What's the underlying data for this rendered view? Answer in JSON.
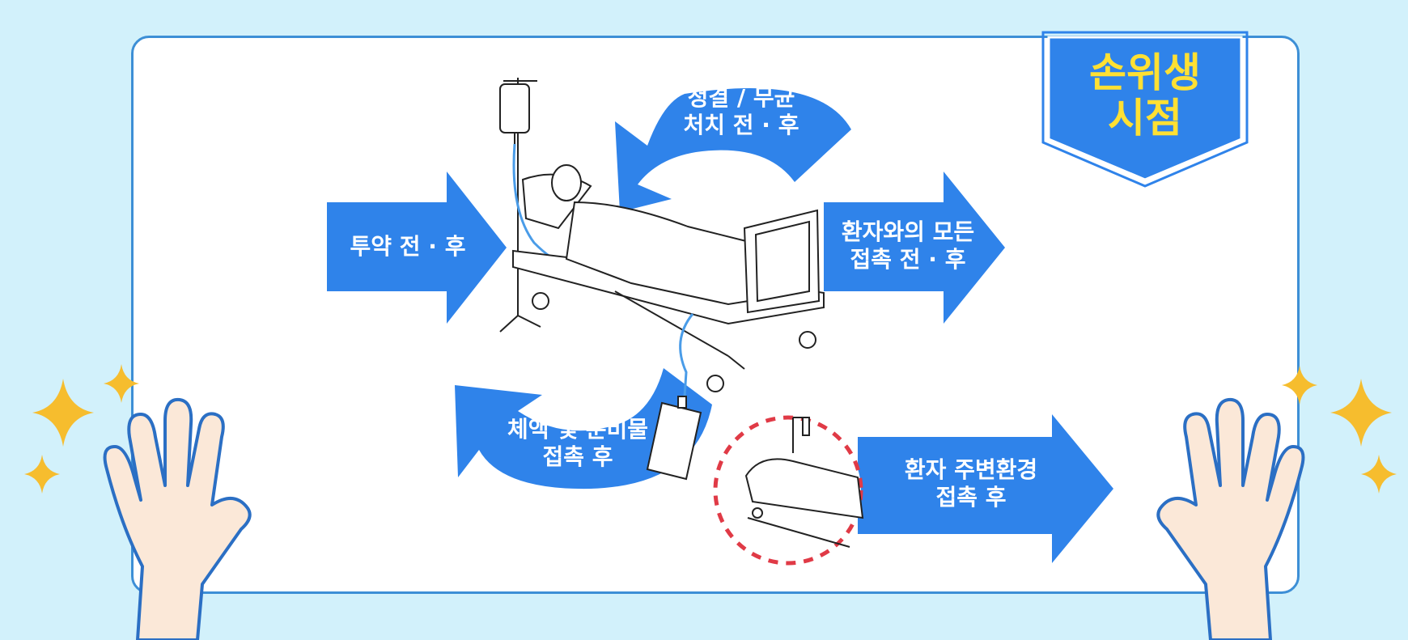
{
  "badge": {
    "title": "손위생\n시점"
  },
  "moments": [
    {
      "label": "투약 전 · 후"
    },
    {
      "label": "청결 / 무균\n처치 전 · 후"
    },
    {
      "label": "환자와의 모든\n접촉 전 · 후"
    },
    {
      "label": "체액 및 분비물\n접촉 후"
    },
    {
      "label": "환자 주변환경\n접촉 후"
    }
  ],
  "colors": {
    "background": "#d2f1fb",
    "card": "#ffffff",
    "card_border": "#3d8fd6",
    "arrow": "#2f83ea",
    "badge_text": "#ffe033",
    "sparkle": "#f6bd2e",
    "hand_fill": "#fbe8d8",
    "hand_outline": "#2b6fc4",
    "dashed_circle": "#e03a46",
    "tube": "#4a9ce8"
  },
  "icons": [
    "iv-bag-icon",
    "patient-bed-icon",
    "drainage-bag-icon",
    "empty-bed-icon",
    "hand-icon",
    "sparkle-icon"
  ]
}
